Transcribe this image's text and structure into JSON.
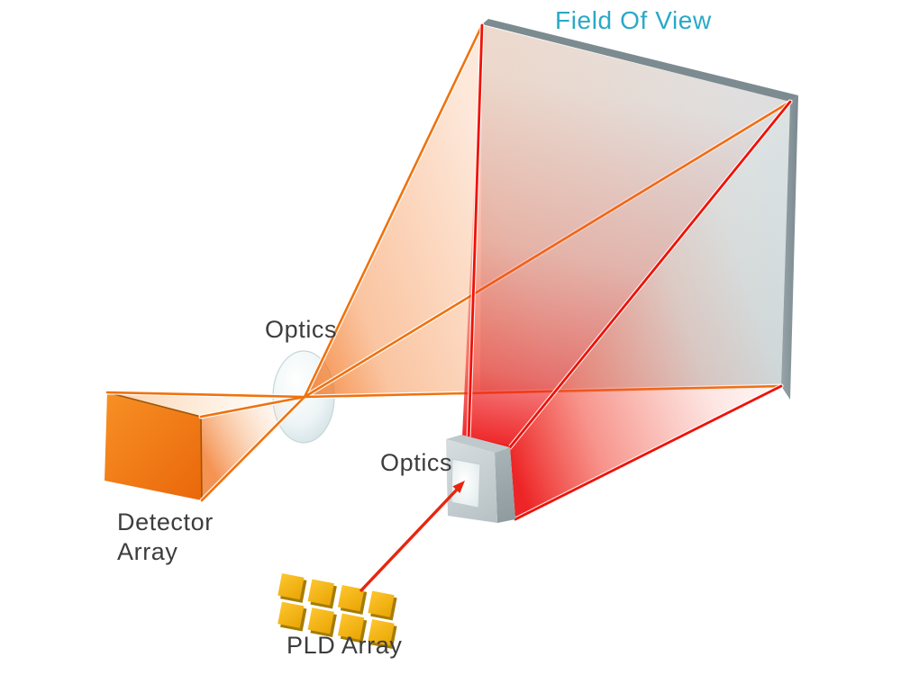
{
  "labels": {
    "field_of_view": "Field Of View",
    "optics_lens": "Optics",
    "optics_projector": "Optics",
    "detector_line1": "Detector",
    "detector_line2": "Array",
    "pld_array": "PLD Array"
  },
  "pld_array": {
    "rows": 2,
    "cols": 4
  },
  "colors": {
    "accent_cyan": "#2aa9c6",
    "beam_orange": "#f0720e",
    "beam_red": "#ee1208",
    "screen_blue": "#d9ecf1",
    "frame_gray": "#7c8b90",
    "detector_orange": "#ef7612",
    "projector_gray": "#c7d0d3",
    "pld_gold": "#f0b312",
    "label_color": "#3d3d3d"
  }
}
